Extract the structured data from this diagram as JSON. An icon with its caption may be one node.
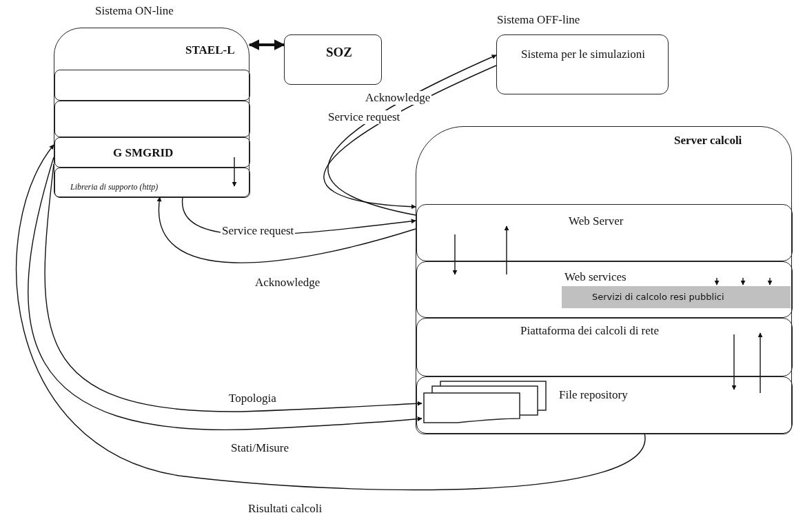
{
  "diagram": {
    "nodes": [
      {
        "text": [
          "STAEL-L"
        ]
      },
      {
        "text": [],
        "shape": "box",
        "in": 0
      },
      {
        "text": [],
        "shape": "box",
        "in": 0
      },
      {
        "text": [
          "G SMGRID"
        ],
        "in": 0
      },
      {
        "text": [
          "Libreria di supporto (http)"
        ],
        "in": 0
      },
      {
        "text": [
          "SOZ"
        ]
      },
      {
        "text": [
          "Sistema per le simulazioni"
        ],
        "beside": [
          "Sistema OFF-line"
        ]
      },
      {
        "text": [
          "Server calcoli"
        ]
      },
      {
        "text": [
          "Web Server"
        ],
        "in": 7
      },
      {
        "text": [
          "Web services"
        ],
        "in": 7
      },
      {
        "text": [
          "Servizi di calcolo resi pubblici"
        ],
        "in": 9
      },
      {
        "text": [
          "Piattaforma dei calcoli di rete"
        ],
        "in": 7
      },
      {
        "text": [
          "File repository"
        ],
        "in": 7
      },
      {
        "text": [],
        "shape": "document",
        "in": 12
      }
    ],
    "edges": [
      {
        "from": 0,
        "to": 5,
        "arrow": "both",
        "style": "thick"
      },
      {
        "from": 8,
        "to": 6,
        "arrow": "to",
        "label": "Service request"
      },
      {
        "from": 6,
        "to": 8,
        "arrow": "to",
        "label": "Acknowledge"
      },
      {
        "from": 4,
        "to": 8,
        "arrow": "to",
        "label": "Service request"
      },
      {
        "from": 8,
        "to": 4,
        "arrow": "to",
        "label": "Acknowledge"
      },
      {
        "from": 3,
        "to": 13,
        "arrow": "to",
        "label": "Topologia"
      },
      {
        "from": 3,
        "to": 13,
        "arrow": "to",
        "label": "Stati/Misure"
      },
      {
        "from": 12,
        "to": 3,
        "arrow": "to",
        "label": "Risultati calcoli"
      },
      {
        "from": 8,
        "to": 9,
        "arrow": "to"
      },
      {
        "from": 9,
        "to": 8,
        "arrow": "to"
      },
      {
        "from": null,
        "to": 10,
        "arrow": "to"
      },
      {
        "from": null,
        "to": 10,
        "arrow": "to"
      },
      {
        "from": null,
        "to": 10,
        "arrow": "to"
      },
      {
        "from": 11,
        "to": 12,
        "arrow": "to"
      },
      {
        "from": 12,
        "to": 11,
        "arrow": "to"
      },
      {
        "from": 3,
        "to": 4,
        "arrow": "to"
      }
    ],
    "labels": [
      "Sistema ON-line"
    ]
  }
}
